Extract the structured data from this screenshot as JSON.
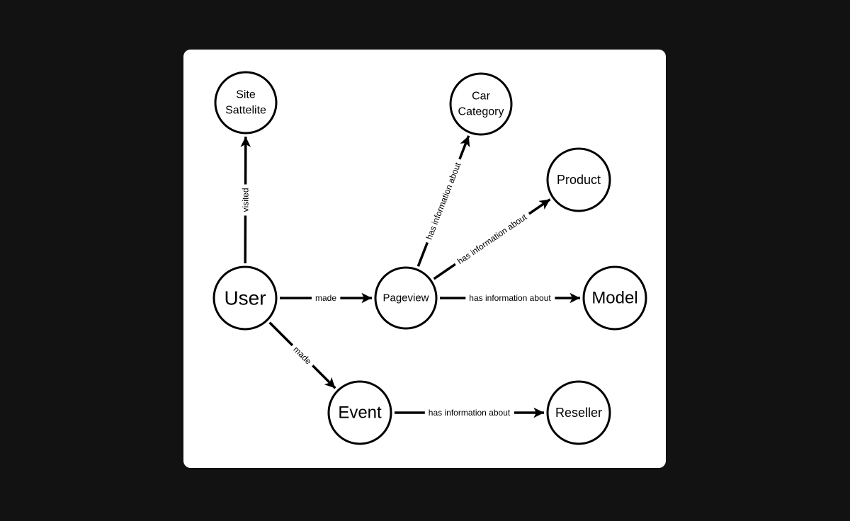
{
  "diagram": {
    "nodes": [
      {
        "id": "site",
        "lines": [
          "Site",
          "Sattelite"
        ],
        "size": "small"
      },
      {
        "id": "car",
        "lines": [
          "Car",
          "Category"
        ],
        "size": "small"
      },
      {
        "id": "product",
        "lines": [
          "Product"
        ],
        "size": "medium"
      },
      {
        "id": "user",
        "lines": [
          "User"
        ],
        "size": "large"
      },
      {
        "id": "pageview",
        "lines": [
          "Pageview"
        ],
        "size": "medium-small"
      },
      {
        "id": "model",
        "lines": [
          "Model"
        ],
        "size": "large-medium"
      },
      {
        "id": "event",
        "lines": [
          "Event"
        ],
        "size": "large-medium"
      },
      {
        "id": "reseller",
        "lines": [
          "Reseller"
        ],
        "size": "medium"
      }
    ],
    "edges": [
      {
        "from": "user",
        "to": "site",
        "label": "visited"
      },
      {
        "from": "user",
        "to": "pageview",
        "label": "made"
      },
      {
        "from": "user",
        "to": "event",
        "label": "made"
      },
      {
        "from": "pageview",
        "to": "car",
        "label": "has information about"
      },
      {
        "from": "pageview",
        "to": "product",
        "label": "has information about"
      },
      {
        "from": "pageview",
        "to": "model",
        "label": "has information about"
      },
      {
        "from": "event",
        "to": "reseller",
        "label": "has information about"
      }
    ]
  }
}
